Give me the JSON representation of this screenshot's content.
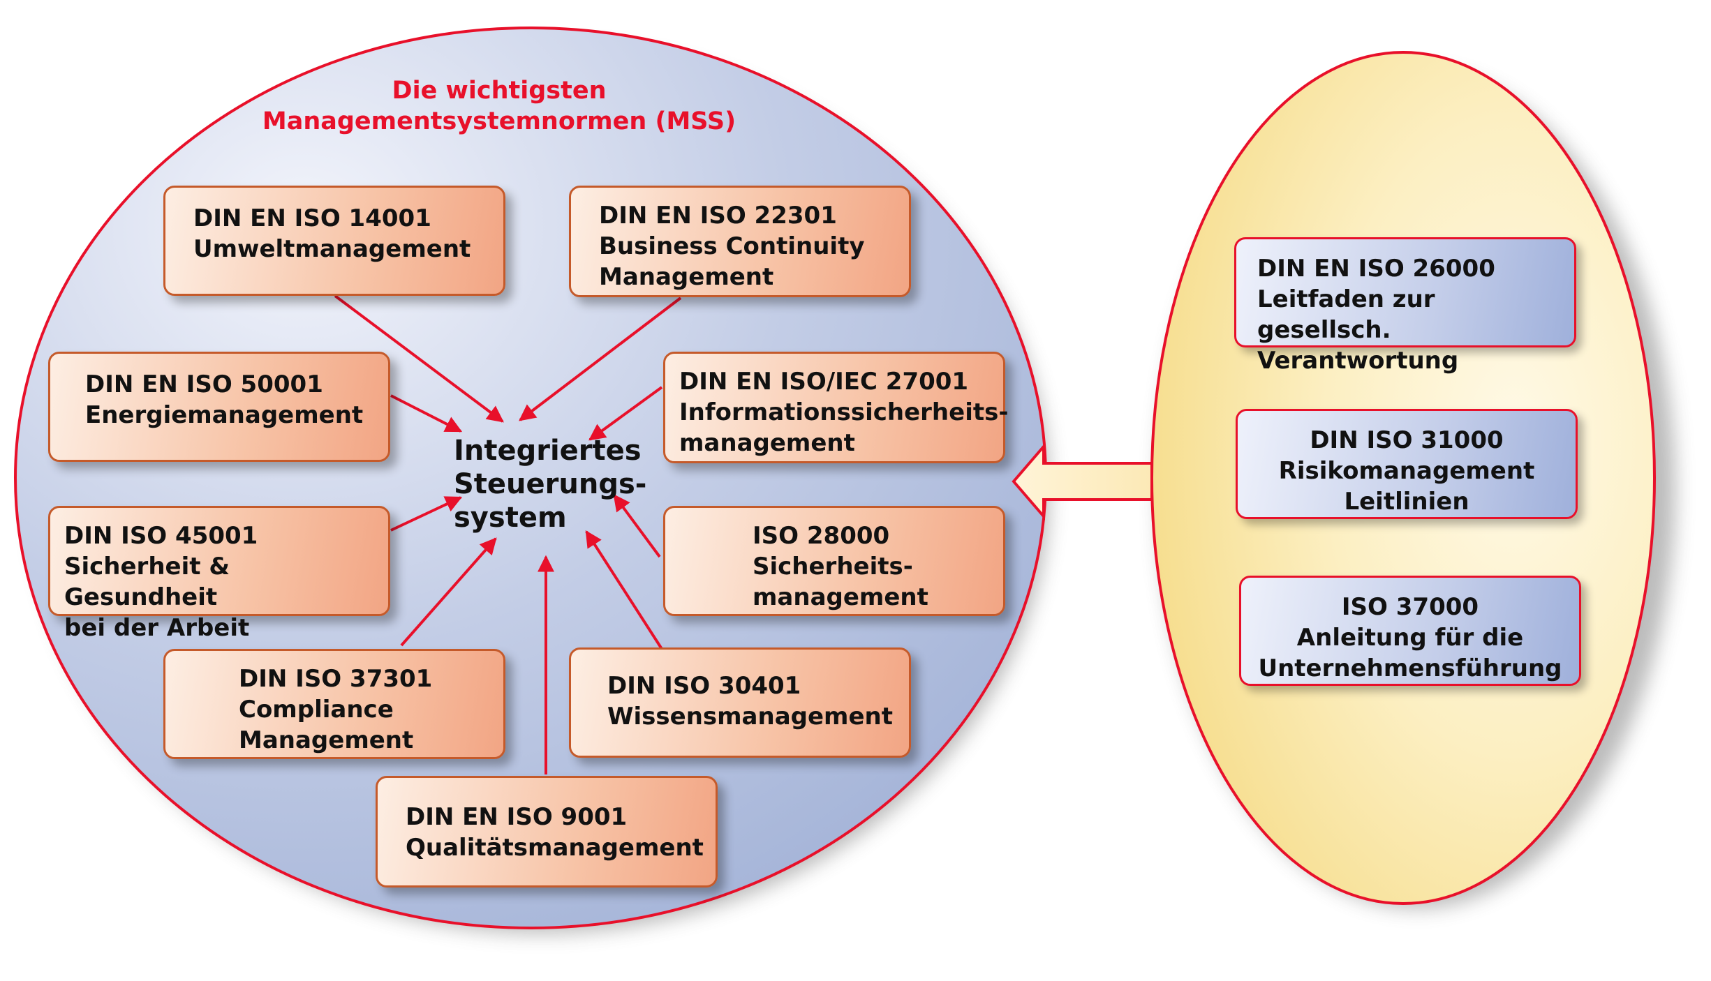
{
  "title": [
    "Die wichtigsten",
    "Managementsystemnormen (MSS)"
  ],
  "center": [
    "Integriertes",
    "Steuerungs-",
    "system"
  ],
  "mss": {
    "iso14001": [
      "DIN EN ISO 14001",
      "Umweltmanagement"
    ],
    "iso22301": [
      "DIN EN ISO 22301",
      "Business Continuity",
      "Management"
    ],
    "iso50001": [
      "DIN EN ISO 50001",
      "Energiemanagement"
    ],
    "iso27001": [
      "DIN EN ISO/IEC 27001",
      "Informationssicherheits-",
      "management"
    ],
    "iso45001": [
      "DIN ISO 45001",
      "Sicherheit & Gesundheit",
      "bei der Arbeit"
    ],
    "iso28000": [
      "ISO 28000",
      "Sicherheits-",
      "management"
    ],
    "iso37301": [
      "DIN ISO 37301",
      "Compliance",
      "Management"
    ],
    "iso30401": [
      "DIN ISO 30401",
      "Wissensmanagement"
    ],
    "iso9001": [
      "DIN EN ISO 9001",
      "Qualitätsmanagement"
    ]
  },
  "guidance": {
    "iso26000": [
      "DIN EN ISO 26000",
      "Leitfaden zur gesellsch.",
      "Verantwortung"
    ],
    "iso31000": [
      "DIN ISO 31000",
      "Risikomanagement",
      "Leitlinien"
    ],
    "iso37000": [
      "ISO 37000",
      "Anleitung für die",
      "Unternehmensführung"
    ]
  },
  "colors": {
    "accent_red": "#e8102a",
    "box_border": "#c55a2a",
    "main_circle": "#b4c2e0",
    "guidance_ellipse": "#fbe8a6"
  }
}
